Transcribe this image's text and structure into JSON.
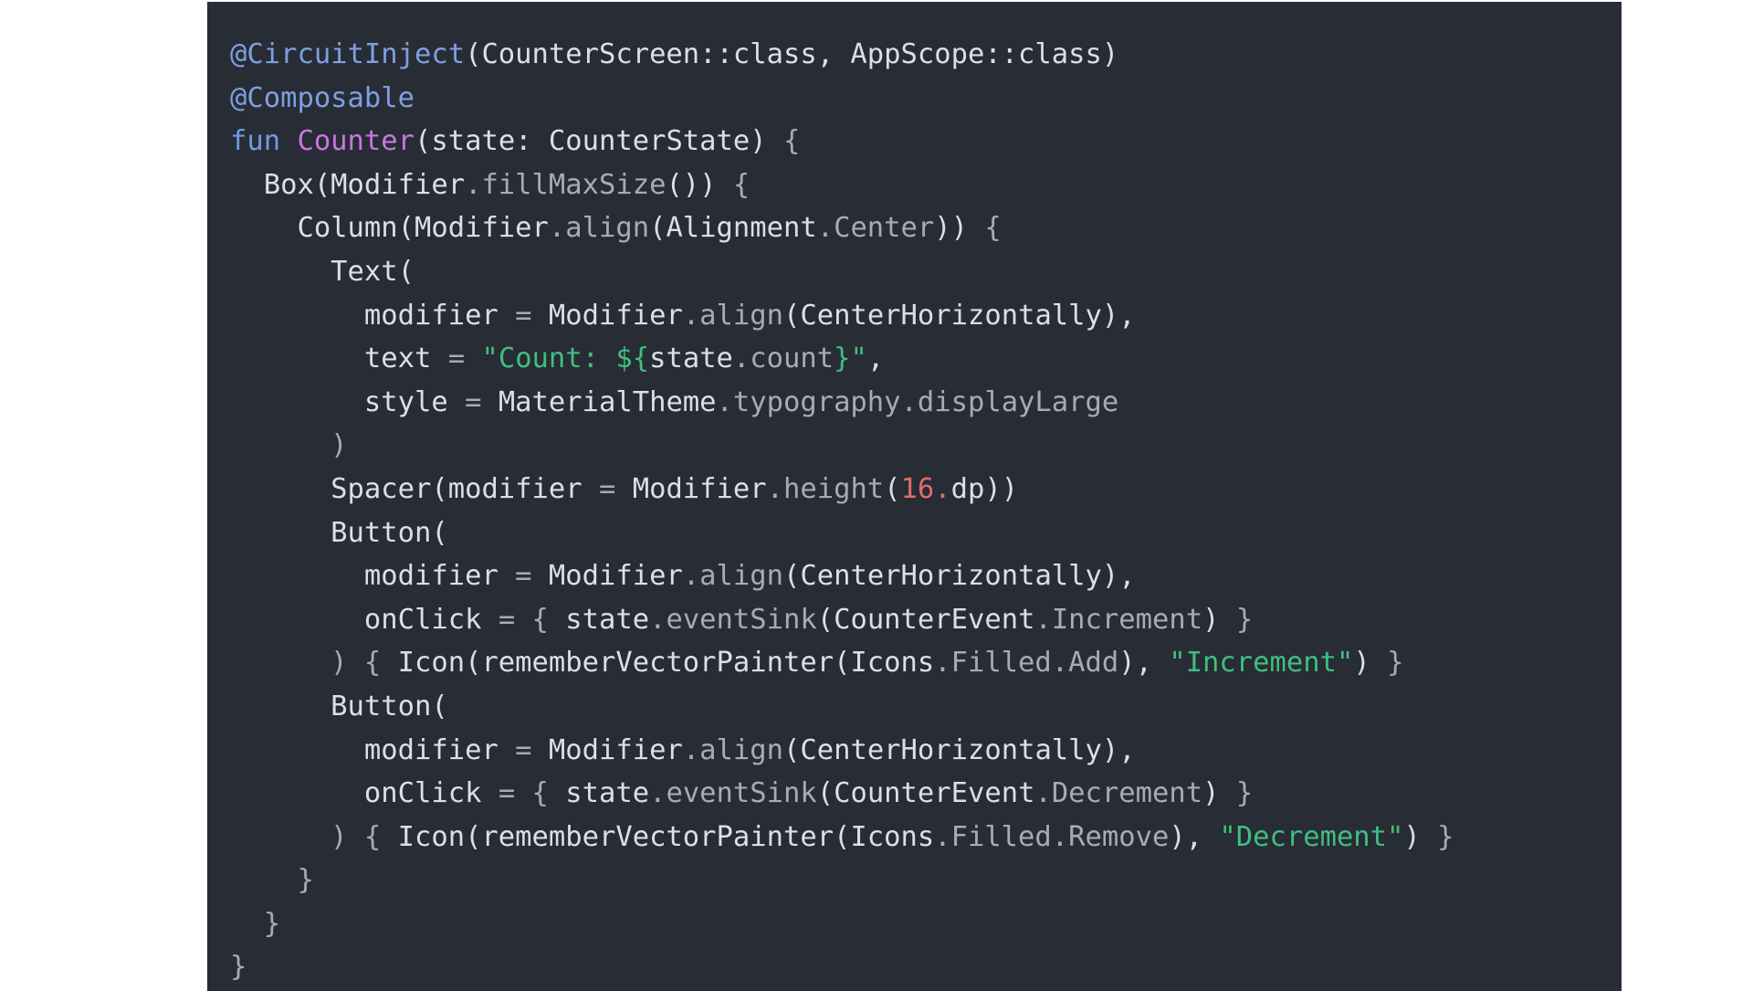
{
  "editor": {
    "background": "#282c35",
    "colors": {
      "annotation": "#7f9fe0",
      "keyword": "#6f9ae3",
      "function_name": "#c678dd",
      "member": "#a7abb3",
      "string": "#3fbf7f",
      "number": "#e06c6c",
      "text": "#dcdfe4"
    },
    "lines": [
      [
        [
          "annotation",
          "@CircuitInject"
        ],
        [
          "plain",
          "(CounterScreen::class, AppScope::class)"
        ]
      ],
      [
        [
          "annotation",
          "@Composable"
        ]
      ],
      [
        [
          "keyword",
          "fun "
        ],
        [
          "fn",
          "Counter"
        ],
        [
          "plain",
          "(state: CounterState) "
        ],
        [
          "punct",
          "{"
        ]
      ],
      [
        [
          "plain",
          "  Box(Modifier"
        ],
        [
          "member",
          ".fillMaxSize"
        ],
        [
          "plain",
          "()) "
        ],
        [
          "punct",
          "{"
        ]
      ],
      [
        [
          "plain",
          "    Column(Modifier"
        ],
        [
          "member",
          ".align"
        ],
        [
          "plain",
          "(Alignment"
        ],
        [
          "member",
          ".Center"
        ],
        [
          "plain",
          ")) "
        ],
        [
          "punct",
          "{"
        ]
      ],
      [
        [
          "plain",
          "      Text("
        ]
      ],
      [
        [
          "plain",
          "        modifier "
        ],
        [
          "punct",
          "="
        ],
        [
          "plain",
          " Modifier"
        ],
        [
          "member",
          ".align"
        ],
        [
          "plain",
          "(CenterHorizontally),"
        ]
      ],
      [
        [
          "plain",
          "        text "
        ],
        [
          "punct",
          "="
        ],
        [
          "plain",
          " "
        ],
        [
          "string",
          "\"Count: ${"
        ],
        [
          "plain",
          "state"
        ],
        [
          "member",
          ".count"
        ],
        [
          "string",
          "}\""
        ],
        [
          "plain",
          ","
        ]
      ],
      [
        [
          "plain",
          "        style "
        ],
        [
          "punct",
          "="
        ],
        [
          "plain",
          " MaterialTheme"
        ],
        [
          "member",
          ".typography.displayLarge"
        ]
      ],
      [
        [
          "punct",
          "      )"
        ]
      ],
      [
        [
          "plain",
          "      Spacer(modifier "
        ],
        [
          "punct",
          "="
        ],
        [
          "plain",
          " Modifier"
        ],
        [
          "member",
          ".height"
        ],
        [
          "plain",
          "("
        ],
        [
          "number",
          "16."
        ],
        [
          "plain",
          "dp))"
        ]
      ],
      [
        [
          "plain",
          "      Button("
        ]
      ],
      [
        [
          "plain",
          "        modifier "
        ],
        [
          "punct",
          "="
        ],
        [
          "plain",
          " Modifier"
        ],
        [
          "member",
          ".align"
        ],
        [
          "plain",
          "(CenterHorizontally),"
        ]
      ],
      [
        [
          "plain",
          "        onClick "
        ],
        [
          "punct",
          "= {"
        ],
        [
          "plain",
          " state"
        ],
        [
          "member",
          ".eventSink"
        ],
        [
          "plain",
          "(CounterEvent"
        ],
        [
          "member",
          ".Increment"
        ],
        [
          "plain",
          ") "
        ],
        [
          "punct",
          "}"
        ]
      ],
      [
        [
          "punct",
          "      ) {"
        ],
        [
          "plain",
          " Icon(rememberVectorPainter(Icons"
        ],
        [
          "member",
          ".Filled.Add"
        ],
        [
          "plain",
          "), "
        ],
        [
          "string",
          "\"Increment\""
        ],
        [
          "plain",
          ") "
        ],
        [
          "punct",
          "}"
        ]
      ],
      [
        [
          "plain",
          "      Button("
        ]
      ],
      [
        [
          "plain",
          "        modifier "
        ],
        [
          "punct",
          "="
        ],
        [
          "plain",
          " Modifier"
        ],
        [
          "member",
          ".align"
        ],
        [
          "plain",
          "(CenterHorizontally),"
        ]
      ],
      [
        [
          "plain",
          "        onClick "
        ],
        [
          "punct",
          "= {"
        ],
        [
          "plain",
          " state"
        ],
        [
          "member",
          ".eventSink"
        ],
        [
          "plain",
          "(CounterEvent"
        ],
        [
          "member",
          ".Decrement"
        ],
        [
          "plain",
          ") "
        ],
        [
          "punct",
          "}"
        ]
      ],
      [
        [
          "punct",
          "      ) {"
        ],
        [
          "plain",
          " Icon(rememberVectorPainter(Icons"
        ],
        [
          "member",
          ".Filled.Remove"
        ],
        [
          "plain",
          "), "
        ],
        [
          "string",
          "\"Decrement\""
        ],
        [
          "plain",
          ") "
        ],
        [
          "punct",
          "}"
        ]
      ],
      [
        [
          "punct",
          "    }"
        ]
      ],
      [
        [
          "punct",
          "  }"
        ]
      ],
      [
        [
          "punct",
          "}"
        ]
      ]
    ]
  }
}
